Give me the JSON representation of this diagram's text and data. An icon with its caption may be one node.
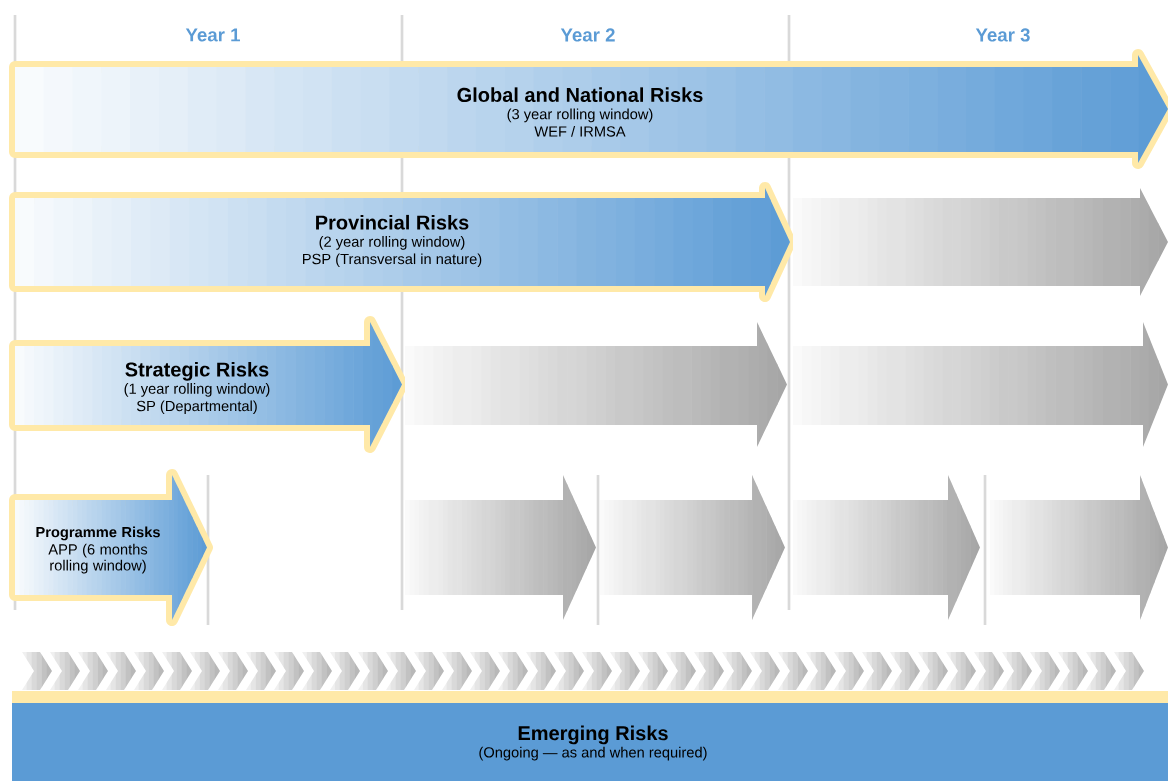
{
  "diagram": {
    "nodes": [
      {
        "text": [
          "Global and National Risks",
          "(3 year rolling window)",
          "WEF / IRMSA"
        ]
      },
      {
        "text": [
          "Provincial Risks",
          "(2 year rolling window)",
          "PSP (Transversal in nature)"
        ]
      },
      {
        "text": [],
        "shape": "arrow"
      },
      {
        "text": [
          "Strategic Risks",
          "(1 year rolling window)",
          "SP (Departmental)"
        ]
      },
      {
        "text": [],
        "shape": "arrow"
      },
      {
        "text": [],
        "shape": "arrow"
      },
      {
        "text": [
          "Programme Risks",
          "APP (6 months rolling window)"
        ]
      },
      {
        "text": [],
        "shape": "arrow"
      },
      {
        "text": [],
        "shape": "arrow"
      },
      {
        "text": [],
        "shape": "arrow"
      },
      {
        "text": [],
        "shape": "arrow"
      },
      {
        "text": [
          "Emerging Risks",
          "(Ongoing — as and when required)"
        ]
      }
    ],
    "labels": [
      "Year 1",
      "Year 2",
      "Year 3"
    ]
  }
}
